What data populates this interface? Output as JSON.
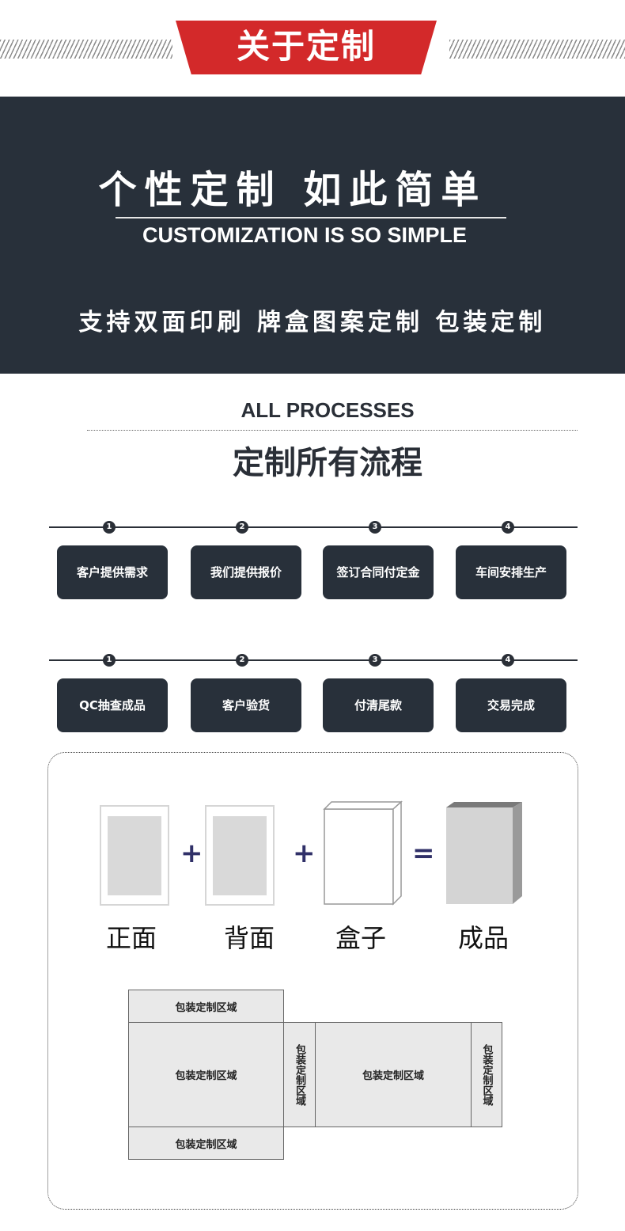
{
  "header": {
    "title": "关于定制"
  },
  "hero": {
    "title": "个性定制 如此简单",
    "subtitle": "CUSTOMIZATION IS SO SIMPLE",
    "support": "支持双面印刷 牌盒图案定制 包装定制"
  },
  "process": {
    "title_en": "ALL PROCESSES",
    "title_cn": "定制所有流程",
    "row1": [
      {
        "num": "1",
        "label": "客户提供需求"
      },
      {
        "num": "2",
        "label": "我们提供报价"
      },
      {
        "num": "3",
        "label": "签订合同付定金"
      },
      {
        "num": "4",
        "label": "车间安排生产"
      }
    ],
    "row2": [
      {
        "num": "1",
        "label": "QC抽查成品"
      },
      {
        "num": "2",
        "label": "客户验货"
      },
      {
        "num": "3",
        "label": "付清尾款"
      },
      {
        "num": "4",
        "label": "交易完成"
      }
    ]
  },
  "composition": {
    "items": [
      "正面",
      "背面",
      "盒子",
      "成品"
    ],
    "ops": [
      "+",
      "+",
      "="
    ]
  },
  "dieline": {
    "area_label": "包装定制区域"
  },
  "colors": {
    "accent_red": "#d3292a",
    "dark": "#28303a"
  }
}
